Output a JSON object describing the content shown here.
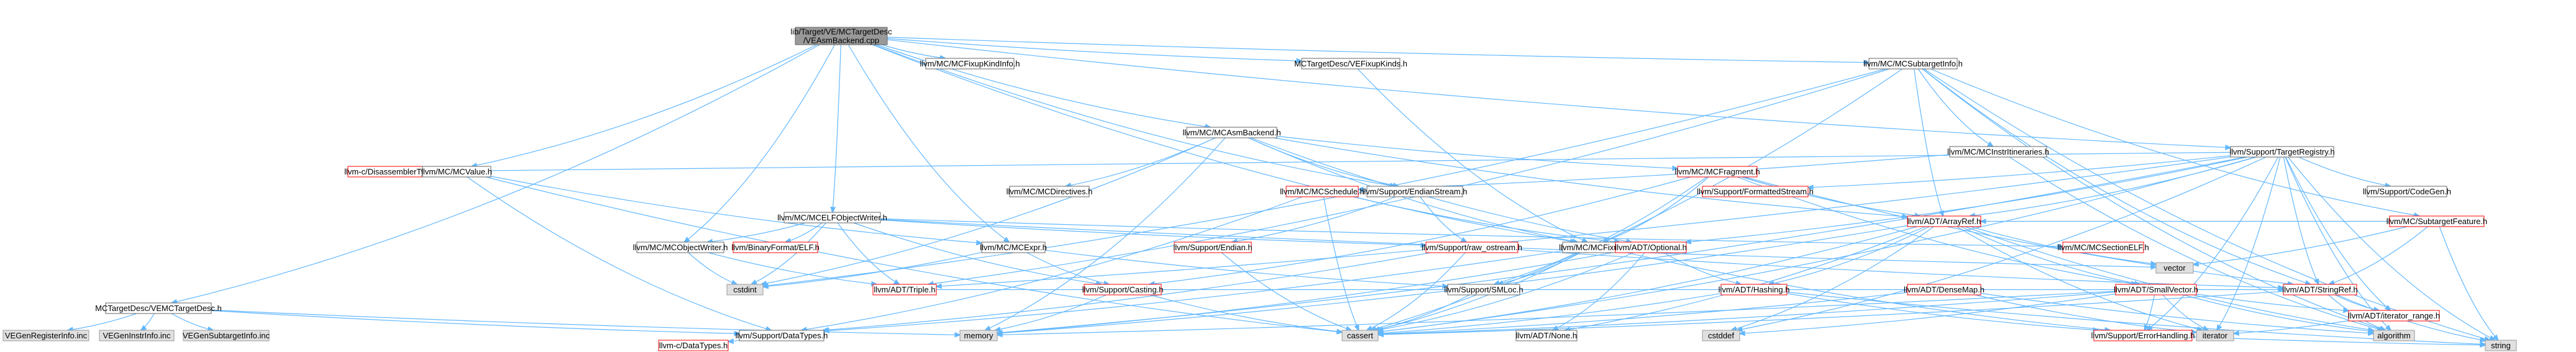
{
  "diagram": {
    "title": "Include dependency graph",
    "colors": {
      "root_fill": "#999999",
      "root_stroke": "#666666",
      "normal_fill": "#ffffff",
      "normal_stroke": "#666666",
      "missing_fill": "#e0e0e0",
      "missing_stroke": "#999999",
      "red_stroke": "#ff0000",
      "edge": "#63b8ff"
    },
    "nodes": [
      {
        "id": "root",
        "label": "lib/Target/VE/MCTargetDesc\n/VEAsmBackend.cpp",
        "style": "root"
      },
      {
        "id": "mcfixupkindinfo",
        "label": "llvm/MC/MCFixupKindInfo.h",
        "style": "normal"
      },
      {
        "id": "vefixupkinds",
        "label": "MCTargetDesc/VEFixupKinds.h",
        "style": "normal"
      },
      {
        "id": "mcsubtargetinfo",
        "label": "llvm/MC/MCSubtargetInfo.h",
        "style": "normal"
      },
      {
        "id": "mcasmbackend",
        "label": "llvm/MC/MCAsmBackend.h",
        "style": "normal"
      },
      {
        "id": "mcinstritineraries",
        "label": "llvm/MC/MCInstrItineraries.h",
        "style": "normal"
      },
      {
        "id": "targetregistry",
        "label": "llvm/Support/TargetRegistry.h",
        "style": "normal"
      },
      {
        "id": "disassemblertypes",
        "label": "llvm-c/DisassemblerTypes.h",
        "style": "red"
      },
      {
        "id": "mcvalue",
        "label": "llvm/MC/MCValue.h",
        "style": "normal"
      },
      {
        "id": "mcelfobjectwriter",
        "label": "llvm/MC/MCELFObjectWriter.h",
        "style": "normal"
      },
      {
        "id": "mcdirectives",
        "label": "llvm/MC/MCDirectives.h",
        "style": "normal"
      },
      {
        "id": "mcschedule",
        "label": "llvm/MC/MCSchedule.h",
        "style": "red"
      },
      {
        "id": "endianstream",
        "label": "llvm/Support/EndianStream.h",
        "style": "normal"
      },
      {
        "id": "formattedstream",
        "label": "llvm/Support/FormattedStream.h",
        "style": "red"
      },
      {
        "id": "mcfragment",
        "label": "llvm/MC/MCFragment.h",
        "style": "red"
      },
      {
        "id": "codegen",
        "label": "llvm/Support/CodeGen.h",
        "style": "normal"
      },
      {
        "id": "mcobjectwriter",
        "label": "llvm/MC/MCObjectWriter.h",
        "style": "normal"
      },
      {
        "id": "binaryformatelf",
        "label": "llvm/BinaryFormat/ELF.h",
        "style": "red"
      },
      {
        "id": "mcexpr",
        "label": "llvm/MC/MCExpr.h",
        "style": "normal"
      },
      {
        "id": "supportendian",
        "label": "llvm/Support/Endian.h",
        "style": "red"
      },
      {
        "id": "rawostream",
        "label": "llvm/Support/raw_ostream.h",
        "style": "red"
      },
      {
        "id": "mcfixup",
        "label": "llvm/MC/MCFixup.h",
        "style": "normal"
      },
      {
        "id": "optional",
        "label": "llvm/ADT/Optional.h",
        "style": "red"
      },
      {
        "id": "arrayref",
        "label": "llvm/ADT/ArrayRef.h",
        "style": "red"
      },
      {
        "id": "mcsectionelf",
        "label": "llvm/MC/MCSectionELF.h",
        "style": "red"
      },
      {
        "id": "subtargetfeature",
        "label": "llvm/MC/SubtargetFeature.h",
        "style": "red"
      },
      {
        "id": "vetargetdesc",
        "label": "MCTargetDesc/VEMCTargetDesc.h",
        "style": "normal"
      },
      {
        "id": "cstdint",
        "label": "cstdint",
        "style": "missing"
      },
      {
        "id": "triple",
        "label": "llvm/ADT/Triple.h",
        "style": "red"
      },
      {
        "id": "casting",
        "label": "llvm/Support/Casting.h",
        "style": "red"
      },
      {
        "id": "smloc",
        "label": "llvm/Support/SMLoc.h",
        "style": "normal"
      },
      {
        "id": "hashing",
        "label": "llvm/ADT/Hashing.h",
        "style": "red"
      },
      {
        "id": "densemap",
        "label": "llvm/ADT/DenseMap.h",
        "style": "red"
      },
      {
        "id": "smallvector",
        "label": "llvm/ADT/SmallVector.h",
        "style": "red"
      },
      {
        "id": "vector",
        "label": "vector",
        "style": "missing"
      },
      {
        "id": "stringref",
        "label": "llvm/ADT/StringRef.h",
        "style": "red"
      },
      {
        "id": "veregisterinfo",
        "label": "VEGenRegisterInfo.inc",
        "style": "missing"
      },
      {
        "id": "veinstrinfo",
        "label": "VEGenInstrInfo.inc",
        "style": "missing"
      },
      {
        "id": "vesubtargetinfo",
        "label": "VEGenSubtargetInfo.inc",
        "style": "missing"
      },
      {
        "id": "datatypes",
        "label": "llvm/Support/DataTypes.h",
        "style": "normal"
      },
      {
        "id": "memory",
        "label": "memory",
        "style": "missing"
      },
      {
        "id": "cassert",
        "label": "cassert",
        "style": "missing"
      },
      {
        "id": "none",
        "label": "llvm/ADT/None.h",
        "style": "normal"
      },
      {
        "id": "cstddef",
        "label": "cstddef",
        "style": "missing"
      },
      {
        "id": "errorhandling",
        "label": "llvm/Support/ErrorHandling.h",
        "style": "red"
      },
      {
        "id": "iterator",
        "label": "iterator",
        "style": "missing"
      },
      {
        "id": "algorithm",
        "label": "algorithm",
        "style": "missing"
      },
      {
        "id": "iteratorrange",
        "label": "llvm/ADT/iterator_range.h",
        "style": "red"
      },
      {
        "id": "string",
        "label": "string",
        "style": "missing"
      },
      {
        "id": "cdatatypes",
        "label": "llvm-c/DataTypes.h",
        "style": "red"
      }
    ],
    "edges": [
      [
        "root",
        "mcfixupkindinfo"
      ],
      [
        "root",
        "vefixupkinds"
      ],
      [
        "root",
        "mcsubtargetinfo"
      ],
      [
        "root",
        "mcasmbackend"
      ],
      [
        "root",
        "targetregistry"
      ],
      [
        "root",
        "mcvalue"
      ],
      [
        "root",
        "mcelfobjectwriter"
      ],
      [
        "root",
        "mcobjectwriter"
      ],
      [
        "root",
        "endianstream"
      ],
      [
        "root",
        "mcexpr"
      ],
      [
        "root",
        "vetargetdesc"
      ],
      [
        "root",
        "mcfixup"
      ],
      [
        "vefixupkinds",
        "mcfixup"
      ],
      [
        "mcsubtargetinfo",
        "mcinstritineraries"
      ],
      [
        "mcsubtargetinfo",
        "subtargetfeature"
      ],
      [
        "mcsubtargetinfo",
        "arrayref"
      ],
      [
        "mcsubtargetinfo",
        "stringref"
      ],
      [
        "mcsubtargetinfo",
        "triple"
      ],
      [
        "mcsubtargetinfo",
        "string"
      ],
      [
        "mcsubtargetinfo",
        "algorithm"
      ],
      [
        "mcsubtargetinfo",
        "cassert"
      ],
      [
        "mcsubtargetinfo",
        "cstdint"
      ],
      [
        "mcinstritineraries",
        "mcschedule"
      ],
      [
        "mcinstritineraries",
        "algorithm"
      ],
      [
        "mcasmbackend",
        "mcdirectives"
      ],
      [
        "mcasmbackend",
        "mcfixup"
      ],
      [
        "mcasmbackend",
        "mcfragment"
      ],
      [
        "mcasmbackend",
        "arrayref"
      ],
      [
        "mcasmbackend",
        "optional"
      ],
      [
        "mcasmbackend",
        "memory"
      ],
      [
        "mcasmbackend",
        "cstdint"
      ],
      [
        "mcasmbackend",
        "endianstream"
      ],
      [
        "targetregistry",
        "disassemblertypes"
      ],
      [
        "targetregistry",
        "codegen"
      ],
      [
        "targetregistry",
        "formattedstream"
      ],
      [
        "targetregistry",
        "stringref"
      ],
      [
        "targetregistry",
        "triple"
      ],
      [
        "targetregistry",
        "optional"
      ],
      [
        "targetregistry",
        "arrayref"
      ],
      [
        "targetregistry",
        "errorhandling"
      ],
      [
        "targetregistry",
        "iteratorrange"
      ],
      [
        "targetregistry",
        "algorithm"
      ],
      [
        "targetregistry",
        "cassert"
      ],
      [
        "targetregistry",
        "cstddef"
      ],
      [
        "targetregistry",
        "iterator"
      ],
      [
        "targetregistry",
        "memory"
      ],
      [
        "targetregistry",
        "string"
      ],
      [
        "mcvalue",
        "mcexpr"
      ],
      [
        "mcvalue",
        "datatypes"
      ],
      [
        "mcvalue",
        "cassert"
      ],
      [
        "mcelfobjectwriter",
        "mcobjectwriter"
      ],
      [
        "mcelfobjectwriter",
        "binaryformatelf"
      ],
      [
        "mcelfobjectwriter",
        "mcsectionelf"
      ],
      [
        "mcelfobjectwriter",
        "triple"
      ],
      [
        "mcelfobjectwriter",
        "rawostream"
      ],
      [
        "mcelfobjectwriter",
        "casting"
      ],
      [
        "mcelfobjectwriter",
        "cstdint"
      ],
      [
        "mcelfobjectwriter",
        "vector"
      ],
      [
        "mcschedule",
        "optional"
      ],
      [
        "mcschedule",
        "datatypes"
      ],
      [
        "mcschedule",
        "cassert"
      ],
      [
        "endianstream",
        "supportendian"
      ],
      [
        "endianstream",
        "rawostream"
      ],
      [
        "mcfragment",
        "arrayref"
      ],
      [
        "mcfragment",
        "smallvector"
      ],
      [
        "mcfragment",
        "stringref"
      ],
      [
        "mcfragment",
        "mcfixup"
      ],
      [
        "mcfragment",
        "smloc"
      ],
      [
        "mcfragment",
        "casting"
      ],
      [
        "mcobjectwriter",
        "triple"
      ],
      [
        "mcobjectwriter",
        "cstdint"
      ],
      [
        "mcexpr",
        "smloc"
      ],
      [
        "mcexpr",
        "casting"
      ],
      [
        "mcexpr",
        "cstdint"
      ],
      [
        "rawostream",
        "stringref"
      ],
      [
        "rawostream",
        "datatypes"
      ],
      [
        "rawostream",
        "cassert"
      ],
      [
        "mcfixup",
        "smloc"
      ],
      [
        "mcfixup",
        "errorhandling"
      ],
      [
        "mcfixup",
        "datatypes"
      ],
      [
        "mcfixup",
        "cassert"
      ],
      [
        "optional",
        "hashing"
      ],
      [
        "optional",
        "none"
      ],
      [
        "optional",
        "cassert"
      ],
      [
        "optional",
        "memory"
      ],
      [
        "arrayref",
        "hashing"
      ],
      [
        "arrayref",
        "smallvector"
      ],
      [
        "arrayref",
        "none"
      ],
      [
        "arrayref",
        "algorithm"
      ],
      [
        "arrayref",
        "cassert"
      ],
      [
        "arrayref",
        "cstddef"
      ],
      [
        "arrayref",
        "iterator"
      ],
      [
        "arrayref",
        "memory"
      ],
      [
        "arrayref",
        "vector"
      ],
      [
        "subtargetfeature",
        "arrayref"
      ],
      [
        "subtargetfeature",
        "stringref"
      ],
      [
        "subtargetfeature",
        "string"
      ],
      [
        "subtargetfeature",
        "vector"
      ],
      [
        "vetargetdesc",
        "datatypes"
      ],
      [
        "vetargetdesc",
        "memory"
      ],
      [
        "vetargetdesc",
        "veregisterinfo"
      ],
      [
        "vetargetdesc",
        "veinstrinfo"
      ],
      [
        "vetargetdesc",
        "vesubtargetinfo"
      ],
      [
        "triple",
        "stringref"
      ],
      [
        "casting",
        "cassert"
      ],
      [
        "casting",
        "memory"
      ],
      [
        "smloc",
        "cassert"
      ],
      [
        "hashing",
        "errorhandling"
      ],
      [
        "hashing",
        "cassert"
      ],
      [
        "hashing",
        "string"
      ],
      [
        "densemap",
        "cassert"
      ],
      [
        "densemap",
        "iterator"
      ],
      [
        "densemap",
        "algorithm"
      ],
      [
        "smallvector",
        "errorhandling"
      ],
      [
        "smallvector",
        "algorithm"
      ],
      [
        "smallvector",
        "cassert"
      ],
      [
        "smallvector",
        "cstddef"
      ],
      [
        "smallvector",
        "iterator"
      ],
      [
        "smallvector",
        "memory"
      ],
      [
        "smallvector",
        "iteratorrange"
      ],
      [
        "stringref",
        "iteratorrange"
      ],
      [
        "stringref",
        "algorithm"
      ],
      [
        "stringref",
        "cassert"
      ],
      [
        "stringref",
        "string"
      ],
      [
        "datatypes",
        "cdatatypes"
      ],
      [
        "supportendian",
        "cassert"
      ],
      [
        "errorhandling",
        "string"
      ],
      [
        "iteratorrange",
        "iterator"
      ]
    ]
  }
}
